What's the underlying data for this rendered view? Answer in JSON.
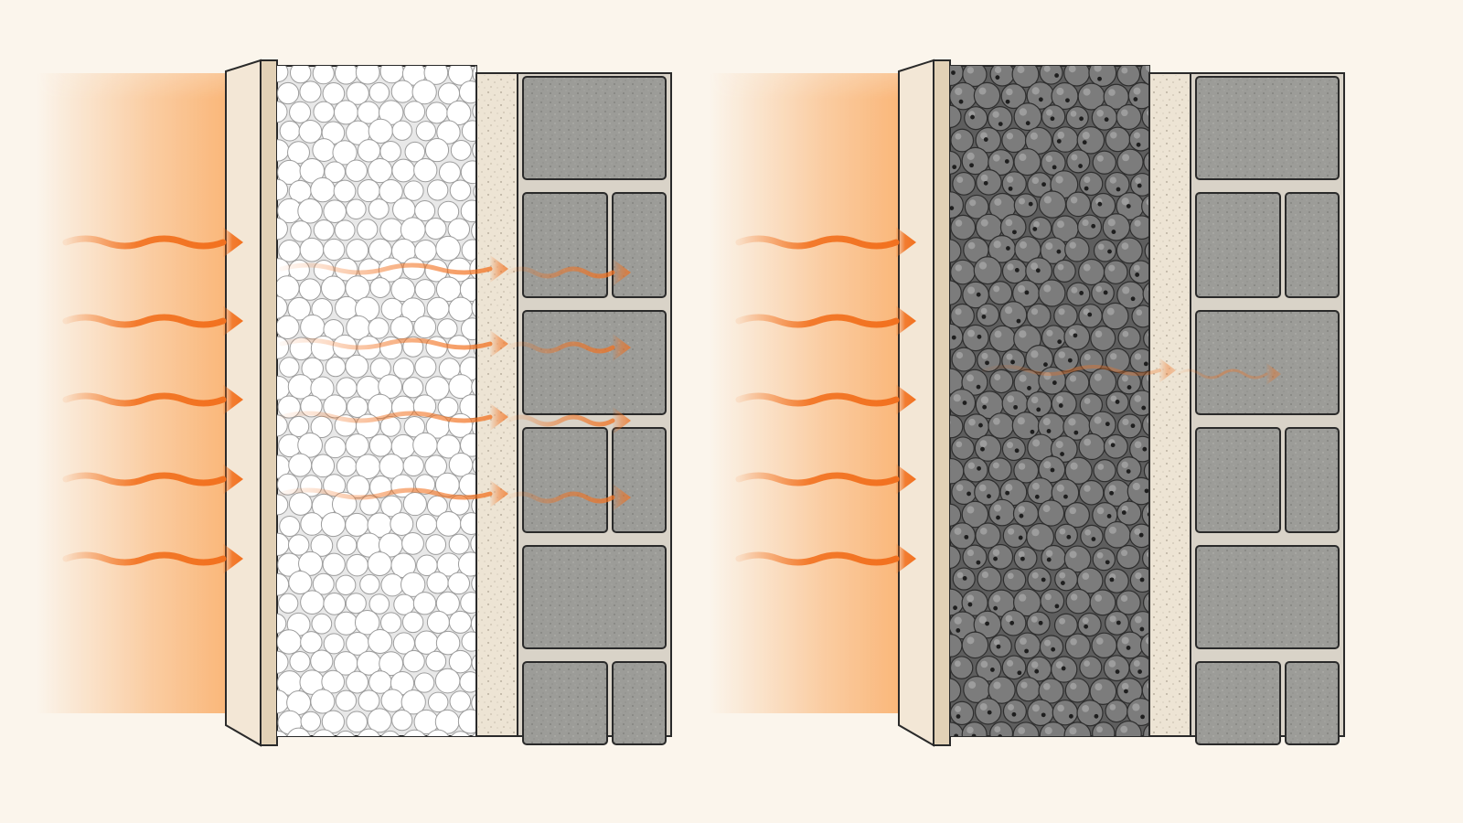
{
  "colors": {
    "background": "#fbf5ec",
    "heat_glow": "#f99a45",
    "heat_arrow": "#f2711f",
    "facing_board": "#f3e7d6",
    "facing_edge": "#e2d1b6",
    "plaster": "#ede4d4",
    "masonry_block": "#9a9a96",
    "mortar": "#d9d3c8",
    "outline": "#2a2a2a",
    "white_beads": "#ffffff",
    "gray_granules": "#7c7c7c"
  },
  "icons": {
    "incoming": "wavy-right-arrow-icon",
    "transmitted": "faded-wavy-arrow-icon"
  },
  "panels": [
    {
      "id": "left",
      "fill_material": "white-bead-insulation",
      "incoming_arrows": 5,
      "transmitted_arrows": 4
    },
    {
      "id": "right",
      "fill_material": "gray-granule-insulation",
      "incoming_arrows": 5,
      "transmitted_arrows": 1
    }
  ]
}
